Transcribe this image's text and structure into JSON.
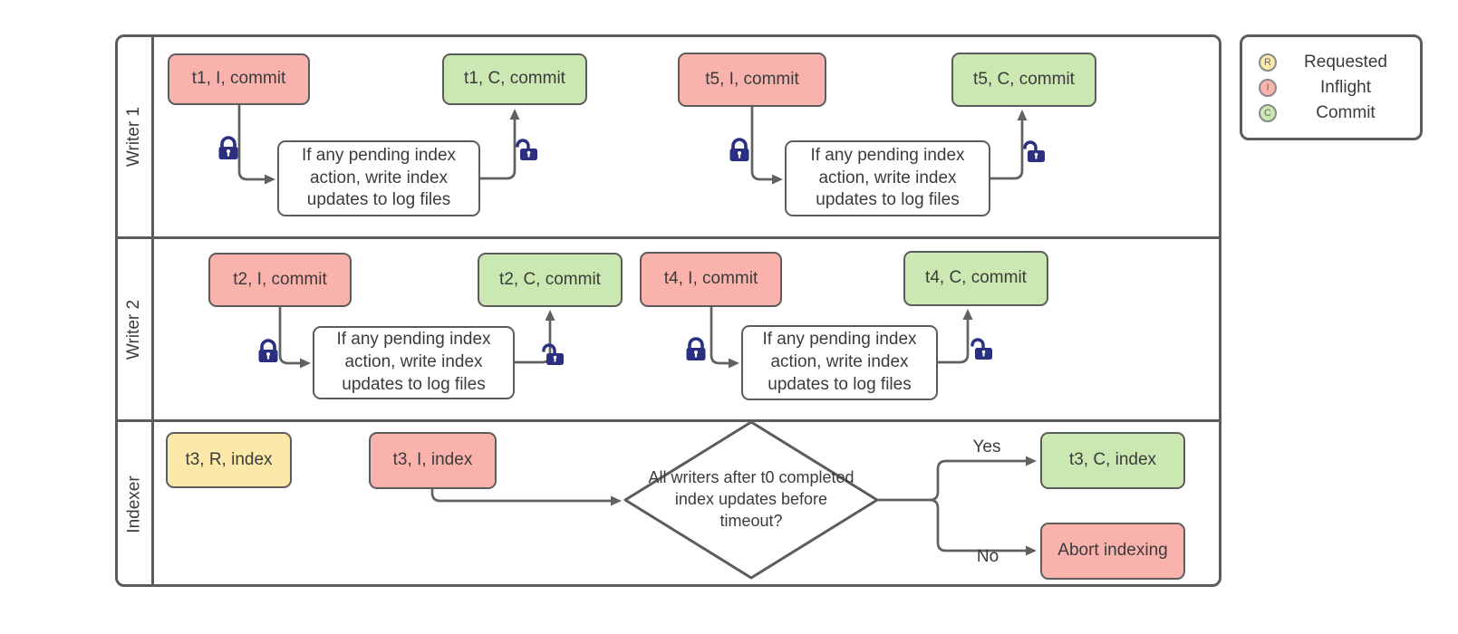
{
  "diagram_title": "writer-indexer-swimlane",
  "lanes": [
    {
      "label": "Writer 1"
    },
    {
      "label": "Writer 2"
    },
    {
      "label": "Indexer"
    }
  ],
  "nodes": {
    "t1_inflight": "t1, I, commit",
    "t1_commit": "t1, C, commit",
    "t5_inflight": "t5, I, commit",
    "t5_commit": "t5, C, commit",
    "t2_inflight": "t2, I, commit",
    "t2_commit": "t2, C, commit",
    "t4_inflight": "t4, I, commit",
    "t4_commit": "t4, C, commit",
    "t3_requested": "t3, R, index",
    "t3_inflight": "t3, I, index",
    "t3_commit": "t3, C, index",
    "abort": "Abort indexing",
    "pending_note": "If any pending index action, write index updates to log files",
    "decision": "All writers after t0 completed index updates before timeout?"
  },
  "edges": {
    "yes_label": "Yes",
    "no_label": "No"
  },
  "legend": {
    "items": [
      {
        "letter": "R",
        "label": "Requested",
        "color": "#fce9a9"
      },
      {
        "letter": "I",
        "label": "Inflight",
        "color": "#f9b2ac"
      },
      {
        "letter": "C",
        "label": "Commit",
        "color": "#cbe8b2"
      }
    ]
  },
  "colors": {
    "inflight_fill": "#f9b2ac",
    "commit_fill": "#cbe8b2",
    "requested_fill": "#fce9a9",
    "shape_stroke": "#5c5c5c",
    "connector_stroke": "#616161",
    "lock_fill": "#2a2f81",
    "text": "#3b3b3b"
  }
}
